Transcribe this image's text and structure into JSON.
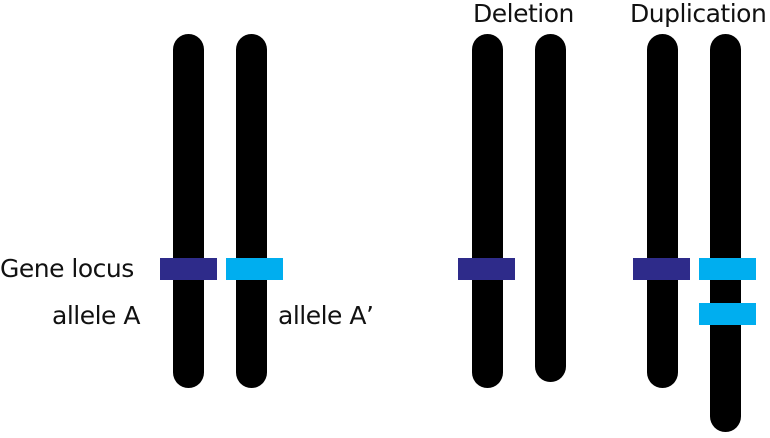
{
  "labels": {
    "gene_locus": "Gene locus",
    "allele_a": "allele A",
    "allele_a_prime": "allele A’",
    "deletion": "Deletion",
    "duplication": "Duplication"
  },
  "colors": {
    "chromosome": "#000000",
    "allele_a": "#2e2b8a",
    "allele_a_prime": "#00aeef",
    "text": "#111111"
  }
}
